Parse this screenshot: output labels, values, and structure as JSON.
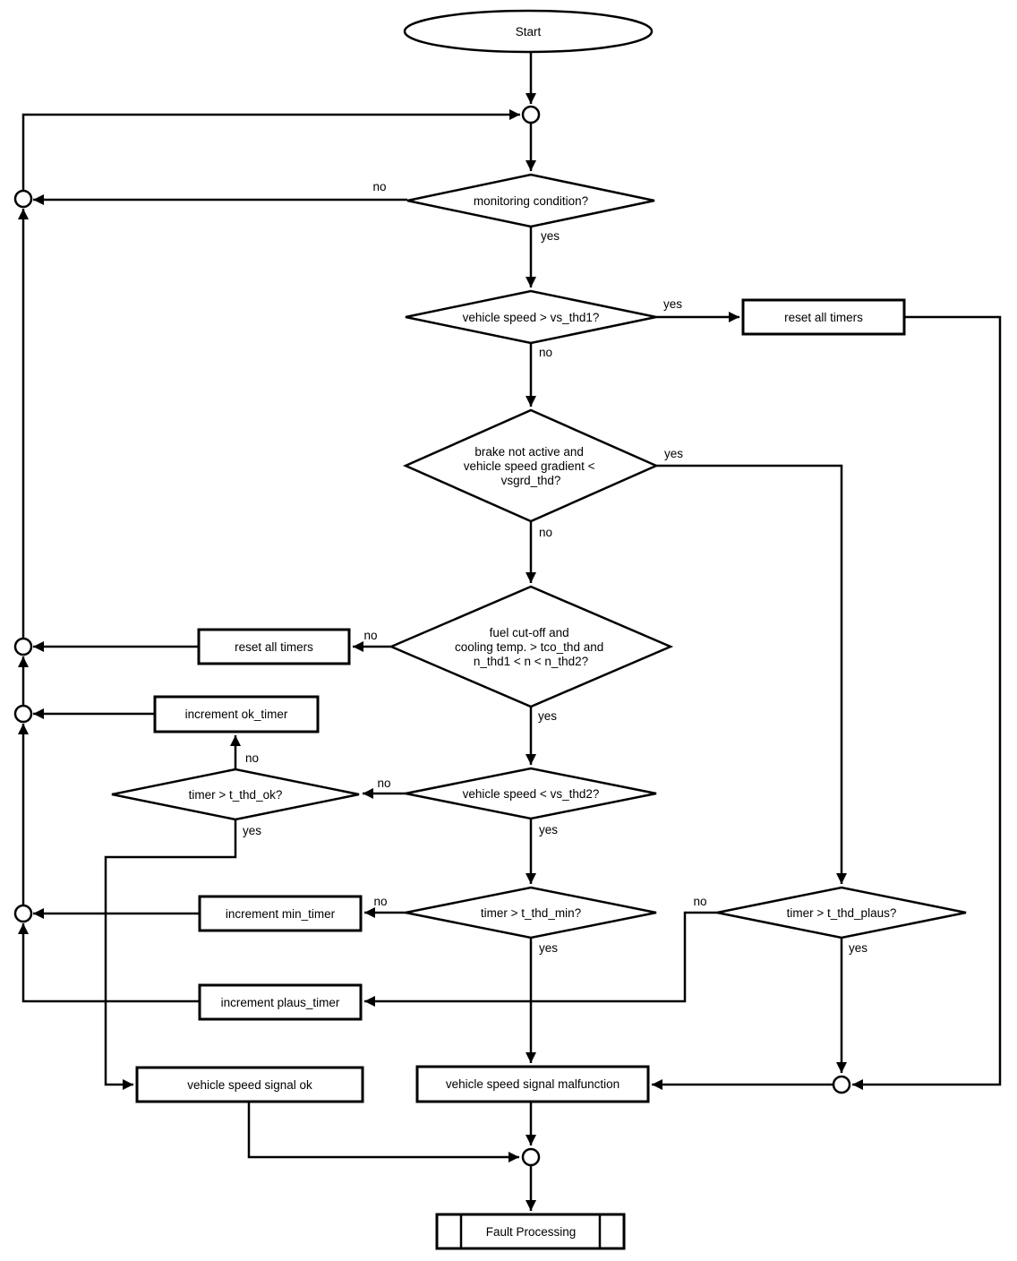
{
  "diagram": {
    "type": "flowchart",
    "colors": {
      "line": "#000000",
      "background": "#ffffff",
      "text": "#000000"
    },
    "nodes": {
      "start": {
        "label": "Start",
        "shape": "terminator"
      },
      "monitor": {
        "label": "monitoring condition?",
        "shape": "decision"
      },
      "vs1": {
        "label": "vehicle speed > vs_thd1?",
        "shape": "decision"
      },
      "brake": {
        "line1": "brake not active and",
        "line2": "vehicle speed gradient <",
        "line3": "vsgrd_thd?",
        "shape": "decision"
      },
      "fuel": {
        "line1": "fuel cut-off and",
        "line2": "cooling temp. > tco_thd and",
        "line3": "n_thd1 < n < n_thd2?",
        "shape": "decision"
      },
      "vs2": {
        "label": "vehicle speed < vs_thd2?",
        "shape": "decision"
      },
      "tok": {
        "label": "timer > t_thd_ok?",
        "shape": "decision"
      },
      "tmin": {
        "label": "timer > t_thd_min?",
        "shape": "decision"
      },
      "tplaus": {
        "label": "timer > t_thd_plaus?",
        "shape": "decision"
      },
      "reset_right": {
        "label": "reset all timers",
        "shape": "process"
      },
      "reset_left": {
        "label": "reset all timers",
        "shape": "process"
      },
      "ok_timer": {
        "label": "increment ok_timer",
        "shape": "process"
      },
      "min_timer": {
        "label": "increment min_timer",
        "shape": "process"
      },
      "plaus_timer": {
        "label": "increment plaus_timer",
        "shape": "process"
      },
      "signal_ok": {
        "label": "vehicle speed signal ok",
        "shape": "process"
      },
      "malfunction": {
        "label": "vehicle speed signal malfunction",
        "shape": "process"
      },
      "fault": {
        "label": "Fault Processing",
        "shape": "predefined-process"
      }
    },
    "edge_labels": {
      "monitor_no": "no",
      "monitor_yes": "yes",
      "vs1_yes": "yes",
      "vs1_no": "no",
      "brake_yes": "yes",
      "brake_no": "no",
      "fuel_no": "no",
      "fuel_yes": "yes",
      "vs2_no": "no",
      "vs2_yes": "yes",
      "tok_no": "no",
      "tok_yes": "yes",
      "tmin_no": "no",
      "tmin_yes": "yes",
      "tplaus_no": "no",
      "tplaus_yes": "yes"
    }
  }
}
